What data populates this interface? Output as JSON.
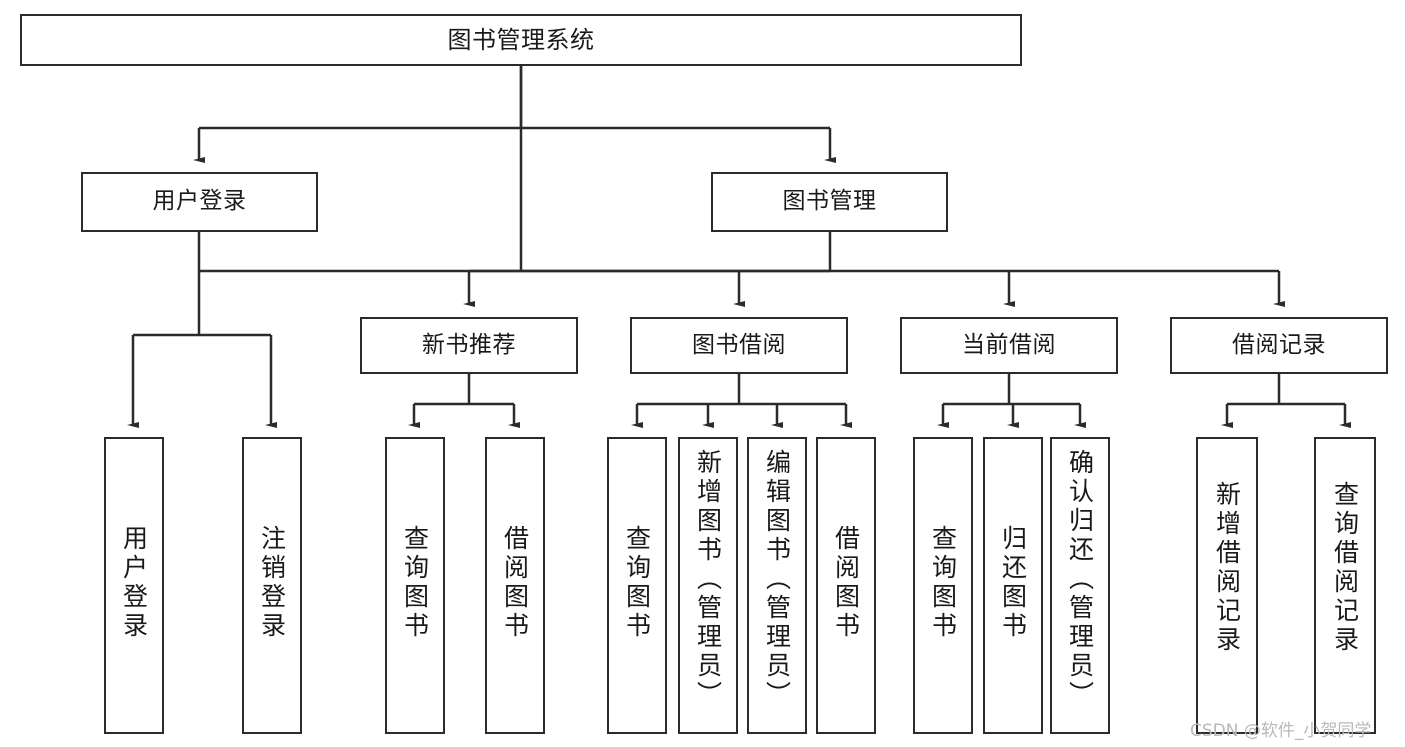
{
  "diagram": {
    "type": "tree",
    "title": "图书管理系统",
    "orientation": "top-down",
    "colors": {
      "box_border": "#2b2b2b",
      "box_fill": "#ffffff",
      "connector": "#2b2b2b",
      "background": "#ffffff",
      "watermark": "#b9b9b9"
    },
    "root": {
      "label": "图书管理系统"
    },
    "level2": [
      {
        "id": "user-login",
        "label": "用户登录"
      },
      {
        "id": "book-management",
        "label": "图书管理"
      }
    ],
    "level3": [
      {
        "id": "new-book-recommend",
        "label": "新书推荐"
      },
      {
        "id": "book-borrow",
        "label": "图书借阅"
      },
      {
        "id": "current-borrow",
        "label": "当前借阅"
      },
      {
        "id": "borrow-record",
        "label": "借阅记录"
      }
    ],
    "leaves": {
      "user_login": [
        {
          "id": "user-login-leaf",
          "label": "用户登录"
        },
        {
          "id": "logout-leaf",
          "label": "注销登录"
        }
      ],
      "new_book_recommend": [
        {
          "id": "query-book-1",
          "label": "查询图书"
        },
        {
          "id": "borrow-book-1",
          "label": "借阅图书"
        }
      ],
      "book_borrow": [
        {
          "id": "query-book-2",
          "label": "查询图书"
        },
        {
          "id": "add-book",
          "label": "新增图书（管理员）"
        },
        {
          "id": "edit-book",
          "label": "编辑图书（管理员）"
        },
        {
          "id": "borrow-book-2",
          "label": "借阅图书"
        }
      ],
      "current_borrow": [
        {
          "id": "query-book-3",
          "label": "查询图书"
        },
        {
          "id": "return-book",
          "label": "归还图书"
        },
        {
          "id": "confirm-return",
          "label": "确认归还（管理员）"
        }
      ],
      "borrow_record": [
        {
          "id": "add-borrow-record",
          "label": "新增借阅记录"
        },
        {
          "id": "query-borrow-record",
          "label": "查询借阅记录"
        }
      ]
    }
  },
  "watermark": {
    "text": "CSDN @软件_小贺同学"
  }
}
